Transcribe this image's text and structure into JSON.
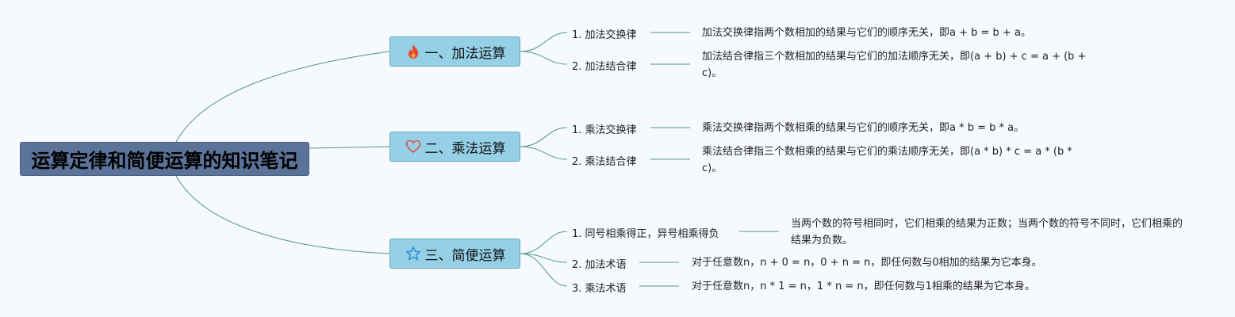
{
  "central_topic": "运算定律和简便运算的知识笔记",
  "topics": [
    {
      "label": "一、加法运算",
      "icon": "fire-icon",
      "subtopics": [
        {
          "label": "1. 加法交换律",
          "note": "加法交换律指两个数相加的结果与它们的顺序无关，即a + b = b + a。"
        },
        {
          "label": "2. 加法结合律",
          "note": "加法结合律指三个数相加的结果与它们的加法顺序无关，即(a + b) + c = a + (b + c)。"
        }
      ]
    },
    {
      "label": "二、乘法运算",
      "icon": "heart-icon",
      "subtopics": [
        {
          "label": "1. 乘法交换律",
          "note": "乘法交换律指两个数相乘的结果与它们的顺序无关，即a * b = b * a。"
        },
        {
          "label": "2. 乘法结合律",
          "note": "乘法结合律指三个数相乘的结果与它们的乘法顺序无关，即(a * b) * c = a * (b * c)。"
        }
      ]
    },
    {
      "label": "三、简便运算",
      "icon": "star-icon",
      "subtopics": [
        {
          "label": "1. 同号相乘得正，异号相乘得负",
          "note": "当两个数的符号相同时，它们相乘的结果为正数；当两个数的符号不同时，它们相乘的结果为负数。"
        },
        {
          "label": "2. 加法术语",
          "note": "对于任意数n，n + 0 = n，0 + n = n，即任何数与0相加的结果为它本身。"
        },
        {
          "label": "3. 乘法术语",
          "note": "对于任意数n，n * 1 = n，1 * n = n，即任何数与1相乘的结果为它本身。"
        }
      ]
    }
  ],
  "colors": {
    "background": "#f6f9fe",
    "central_fill": "#5b7398",
    "topic_fill": "#96d0e6",
    "connector": "#4f9a7e",
    "fire": "#e8452c",
    "heart": "#d9534f",
    "star": "#2b8fd6"
  }
}
